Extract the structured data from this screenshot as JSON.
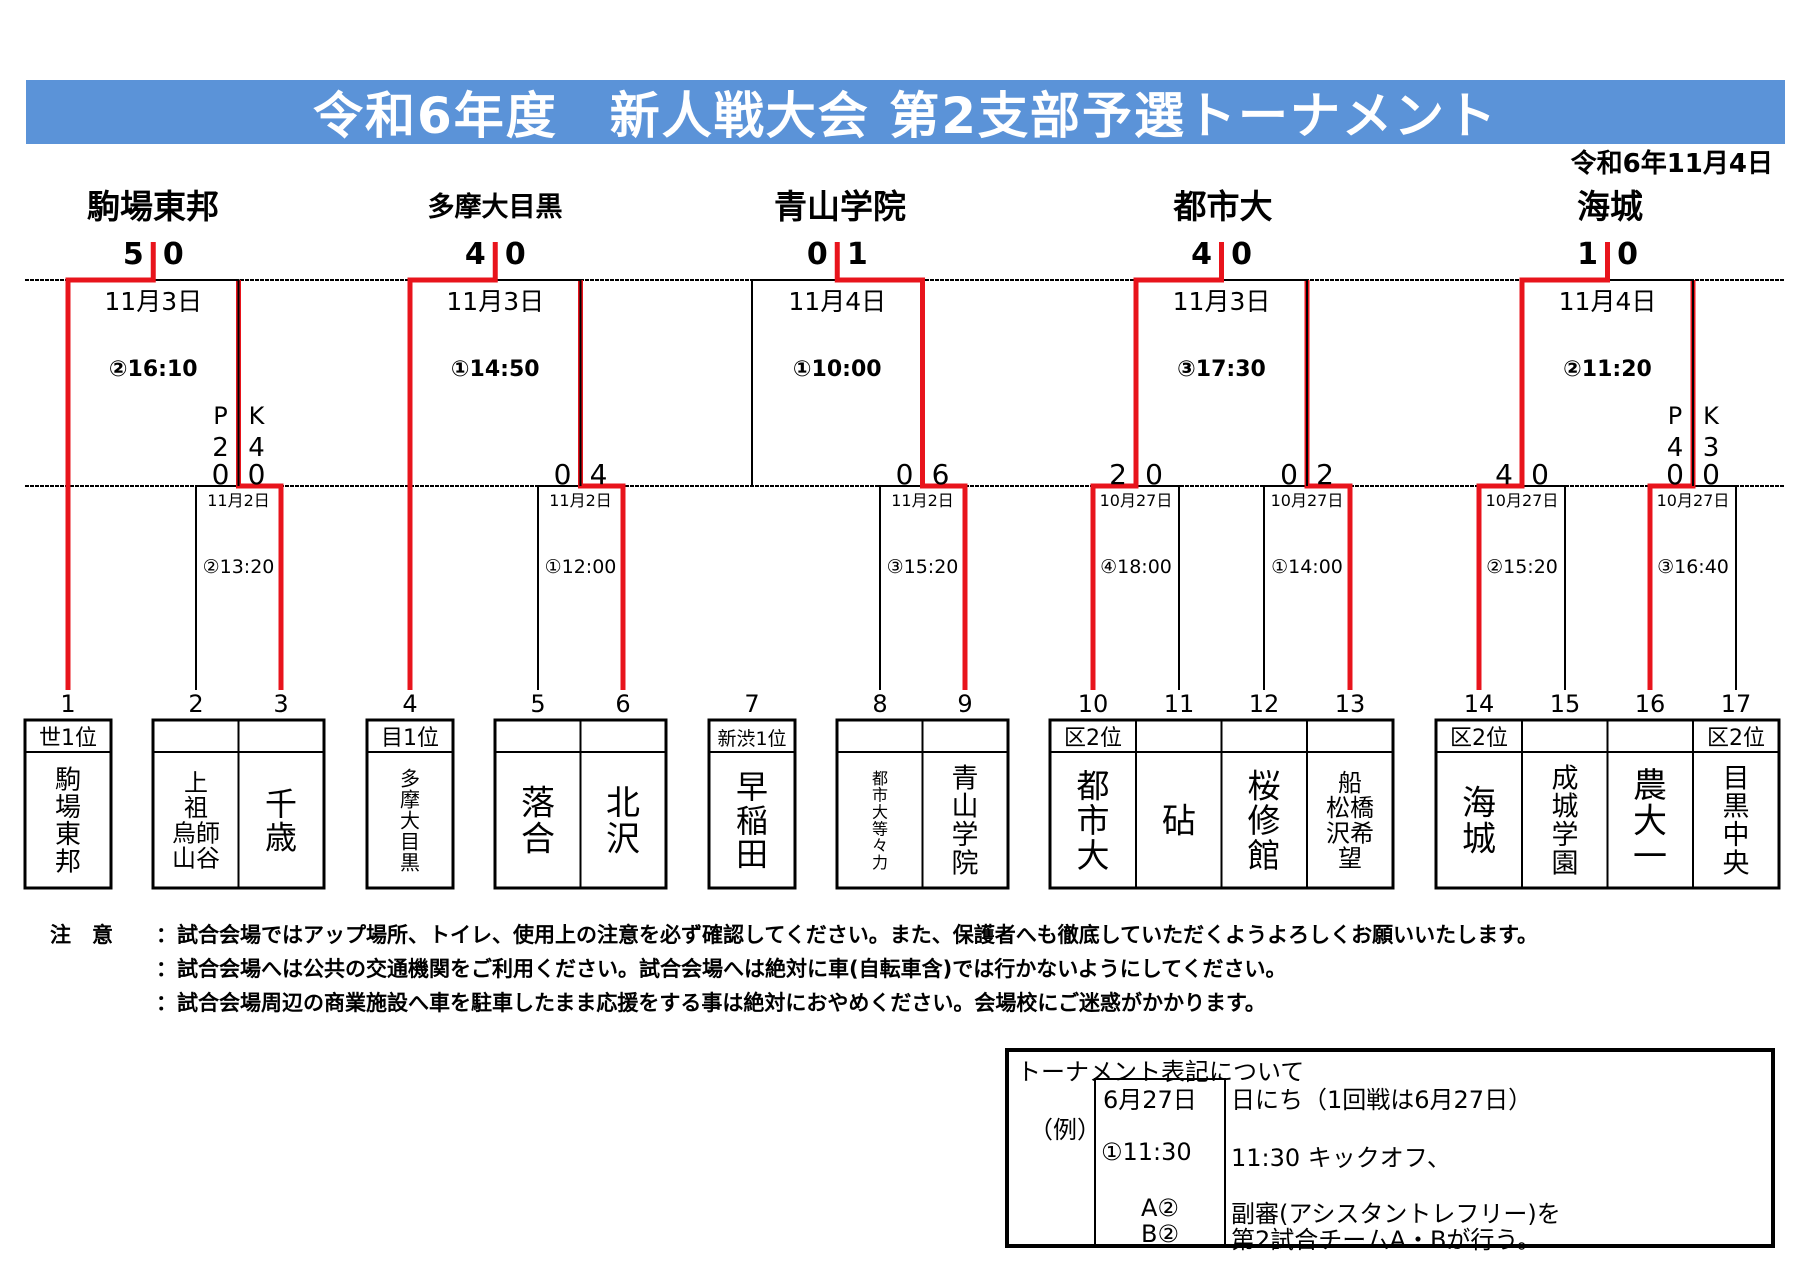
{
  "title": "令和6年度　新人戦大会 第2支部予選トーナメント",
  "date": "令和6年11月4日",
  "winners": [
    "駒場東邦",
    "多摩大目黒",
    "青山学院",
    "都市大",
    "海城"
  ],
  "teams": [
    {
      "num": "1",
      "name": "駒場東邦",
      "seed": "世1位",
      "sz": 26
    },
    {
      "num": "2",
      "name": "上祖 烏師 山谷",
      "seed": "",
      "sz": 24,
      "lines": [
        "上",
        "祖",
        "烏師",
        "山谷"
      ]
    },
    {
      "num": "3",
      "name": "千歳",
      "seed": "",
      "sz": 32
    },
    {
      "num": "4",
      "name": "多摩大目黒",
      "seed": "目1位",
      "sz": 20
    },
    {
      "num": "5",
      "name": "落合",
      "seed": "",
      "sz": 34
    },
    {
      "num": "6",
      "name": "北沢",
      "seed": "",
      "sz": 34
    },
    {
      "num": "7",
      "name": "早稲田",
      "seed": "新渋1位",
      "sz": 32
    },
    {
      "num": "8",
      "name": "都市大等々力",
      "seed": "",
      "sz": 16
    },
    {
      "num": "9",
      "name": "青山学院",
      "seed": "",
      "sz": 27
    },
    {
      "num": "10",
      "name": "都市大",
      "seed": "区2位",
      "sz": 33
    },
    {
      "num": "11",
      "name": "砧",
      "seed": "",
      "sz": 34
    },
    {
      "num": "12",
      "name": "桜修館",
      "seed": "",
      "sz": 33
    },
    {
      "num": "13",
      "name": "船橋 松希 沢望",
      "seed": "",
      "sz": 24,
      "lines": [
        "船",
        "松橋",
        "沢希",
        "望"
      ]
    },
    {
      "num": "14",
      "name": "海城",
      "seed": "区2位",
      "sz": 34
    },
    {
      "num": "15",
      "name": "成城学園",
      "seed": "",
      "sz": 27
    },
    {
      "num": "16",
      "name": "農大一",
      "seed": "",
      "sz": 34
    },
    {
      "num": "17",
      "name": "目黒中央",
      "seed": "区2位",
      "sz": 27
    }
  ],
  "finals": [
    {
      "left": "5",
      "right": "0",
      "date": "11月3日",
      "time": "②16:10"
    },
    {
      "left": "4",
      "right": "0",
      "date": "11月3日",
      "time": "①14:50"
    },
    {
      "left": "0",
      "right": "1",
      "date": "11月4日",
      "time": "①10:00"
    },
    {
      "left": "4",
      "right": "0",
      "date": "11月3日",
      "time": "③17:30"
    },
    {
      "left": "1",
      "right": "0",
      "date": "11月4日",
      "time": "②11:20"
    }
  ],
  "firstRound": [
    {
      "left": "0",
      "right": "0",
      "date": "11月2日",
      "time": "②13:20",
      "pk": [
        "2",
        "4"
      ]
    },
    {
      "left": "0",
      "right": "4",
      "date": "11月2日",
      "time": "①12:00"
    },
    {
      "left": "0",
      "right": "6",
      "date": "11月2日",
      "time": "③15:20"
    },
    {
      "left": "2",
      "right": "0",
      "date": "10月27日",
      "time": "④18:00"
    },
    {
      "left": "0",
      "right": "2",
      "date": "10月27日",
      "time": "①14:00"
    },
    {
      "left": "4",
      "right": "0",
      "date": "10月27日",
      "time": "②15:20"
    },
    {
      "left": "0",
      "right": "0",
      "date": "10月27日",
      "time": "③16:40",
      "pk": [
        "4",
        "3"
      ]
    }
  ],
  "pk_label": [
    "P",
    "K"
  ],
  "notes": {
    "label": "注　意",
    "lines": [
      "：試合会場ではアップ場所、トイレ、使用上の注意を必ず確認してください。また、保護者へも徹底していただくようよろしくお願いいたします。",
      "：試合会場へは公共の交通機関をご利用ください。試合会場へは絶対に車(自転車含)では行かないようにしてください。",
      "：試合会場周辺の商業施設へ車を駐車したまま応援をする事は絶対におやめください。会場校にご迷惑がかかります。"
    ]
  },
  "legend": {
    "header": "トーナメント表記について",
    "example": "（例）",
    "date": "6月27日",
    "time": "①11:30",
    "a": "A②",
    "b": "B②",
    "desc_date": "日にち（1回戦は6月27日）",
    "desc_time": "11:30 キックオフ、",
    "desc_ref1": "副審(アシスタントレフリー)を",
    "desc_ref2": "第2試合チームA・Bが行う。"
  },
  "colors": {
    "accent": "#5b93d8",
    "win": "#e8141c",
    "line": "#000000"
  }
}
